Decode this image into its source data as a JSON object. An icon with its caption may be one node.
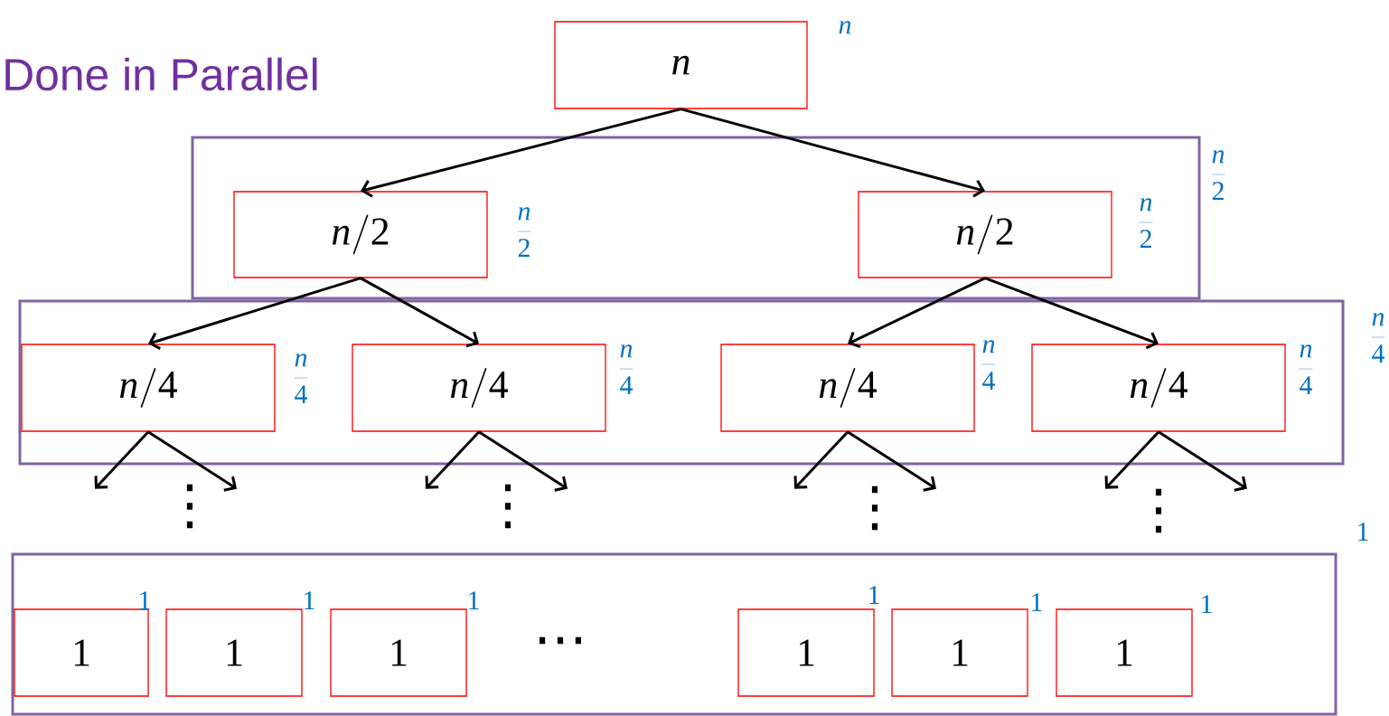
{
  "diagram": {
    "title": "Done in Parallel",
    "nodes": [
      {
        "text": [
          "n"
        ],
        "beside": [
          "n"
        ]
      },
      {
        "text": [],
        "shape": "box",
        "beside": [
          "\\frac{n}{2}"
        ]
      },
      {
        "text": [
          "n/2"
        ],
        "in": 1,
        "beside": [
          "\\frac{n}{2}"
        ]
      },
      {
        "text": [
          "n/2"
        ],
        "in": 1,
        "beside": [
          "\\frac{n}{2}"
        ]
      },
      {
        "text": [],
        "shape": "box",
        "beside": [
          "\\frac{n}{4}"
        ]
      },
      {
        "text": [
          "n/4"
        ],
        "in": 4,
        "beside": [
          "\\frac{n}{4}"
        ]
      },
      {
        "text": [
          "n/4"
        ],
        "in": 4,
        "beside": [
          "\\frac{n}{4}"
        ]
      },
      {
        "text": [
          "n/4"
        ],
        "in": 4,
        "beside": [
          "\\frac{n}{4}"
        ]
      },
      {
        "text": [
          "n/4"
        ],
        "in": 4,
        "beside": [
          "\\frac{n}{4}"
        ]
      },
      {
        "text": [],
        "shape": "box",
        "beside": [
          "1"
        ]
      },
      {
        "text": [
          "1"
        ],
        "in": 9,
        "beside": [
          "1"
        ]
      },
      {
        "text": [
          "1"
        ],
        "in": 9,
        "beside": [
          "1"
        ]
      },
      {
        "text": [
          "1"
        ],
        "in": 9,
        "beside": [
          "1"
        ]
      },
      {
        "text": [
          "1"
        ],
        "in": 9,
        "beside": [
          "1"
        ]
      },
      {
        "text": [
          "1"
        ],
        "in": 9,
        "beside": [
          "1"
        ]
      },
      {
        "text": [
          "1"
        ],
        "in": 9,
        "beside": [
          "1"
        ]
      }
    ],
    "edges": [
      {
        "from": 0,
        "to": 2,
        "arrow": "to"
      },
      {
        "from": 0,
        "to": 3,
        "arrow": "to"
      },
      {
        "from": 2,
        "to": 5,
        "arrow": "to"
      },
      {
        "from": 2,
        "to": 6,
        "arrow": "to"
      },
      {
        "from": 3,
        "to": 7,
        "arrow": "to"
      },
      {
        "from": 3,
        "to": 8,
        "arrow": "to"
      },
      {
        "from": 5,
        "to": null,
        "arrow": "to"
      },
      {
        "from": 5,
        "to": null,
        "arrow": "to"
      },
      {
        "from": 6,
        "to": null,
        "arrow": "to"
      },
      {
        "from": 6,
        "to": null,
        "arrow": "to"
      },
      {
        "from": 7,
        "to": null,
        "arrow": "to"
      },
      {
        "from": 7,
        "to": null,
        "arrow": "to"
      },
      {
        "from": 8,
        "to": null,
        "arrow": "to"
      },
      {
        "from": 8,
        "to": null,
        "arrow": "to"
      }
    ],
    "labels": [
      "⋮",
      "⋮",
      "⋮",
      "⋮",
      "⋯"
    ]
  }
}
